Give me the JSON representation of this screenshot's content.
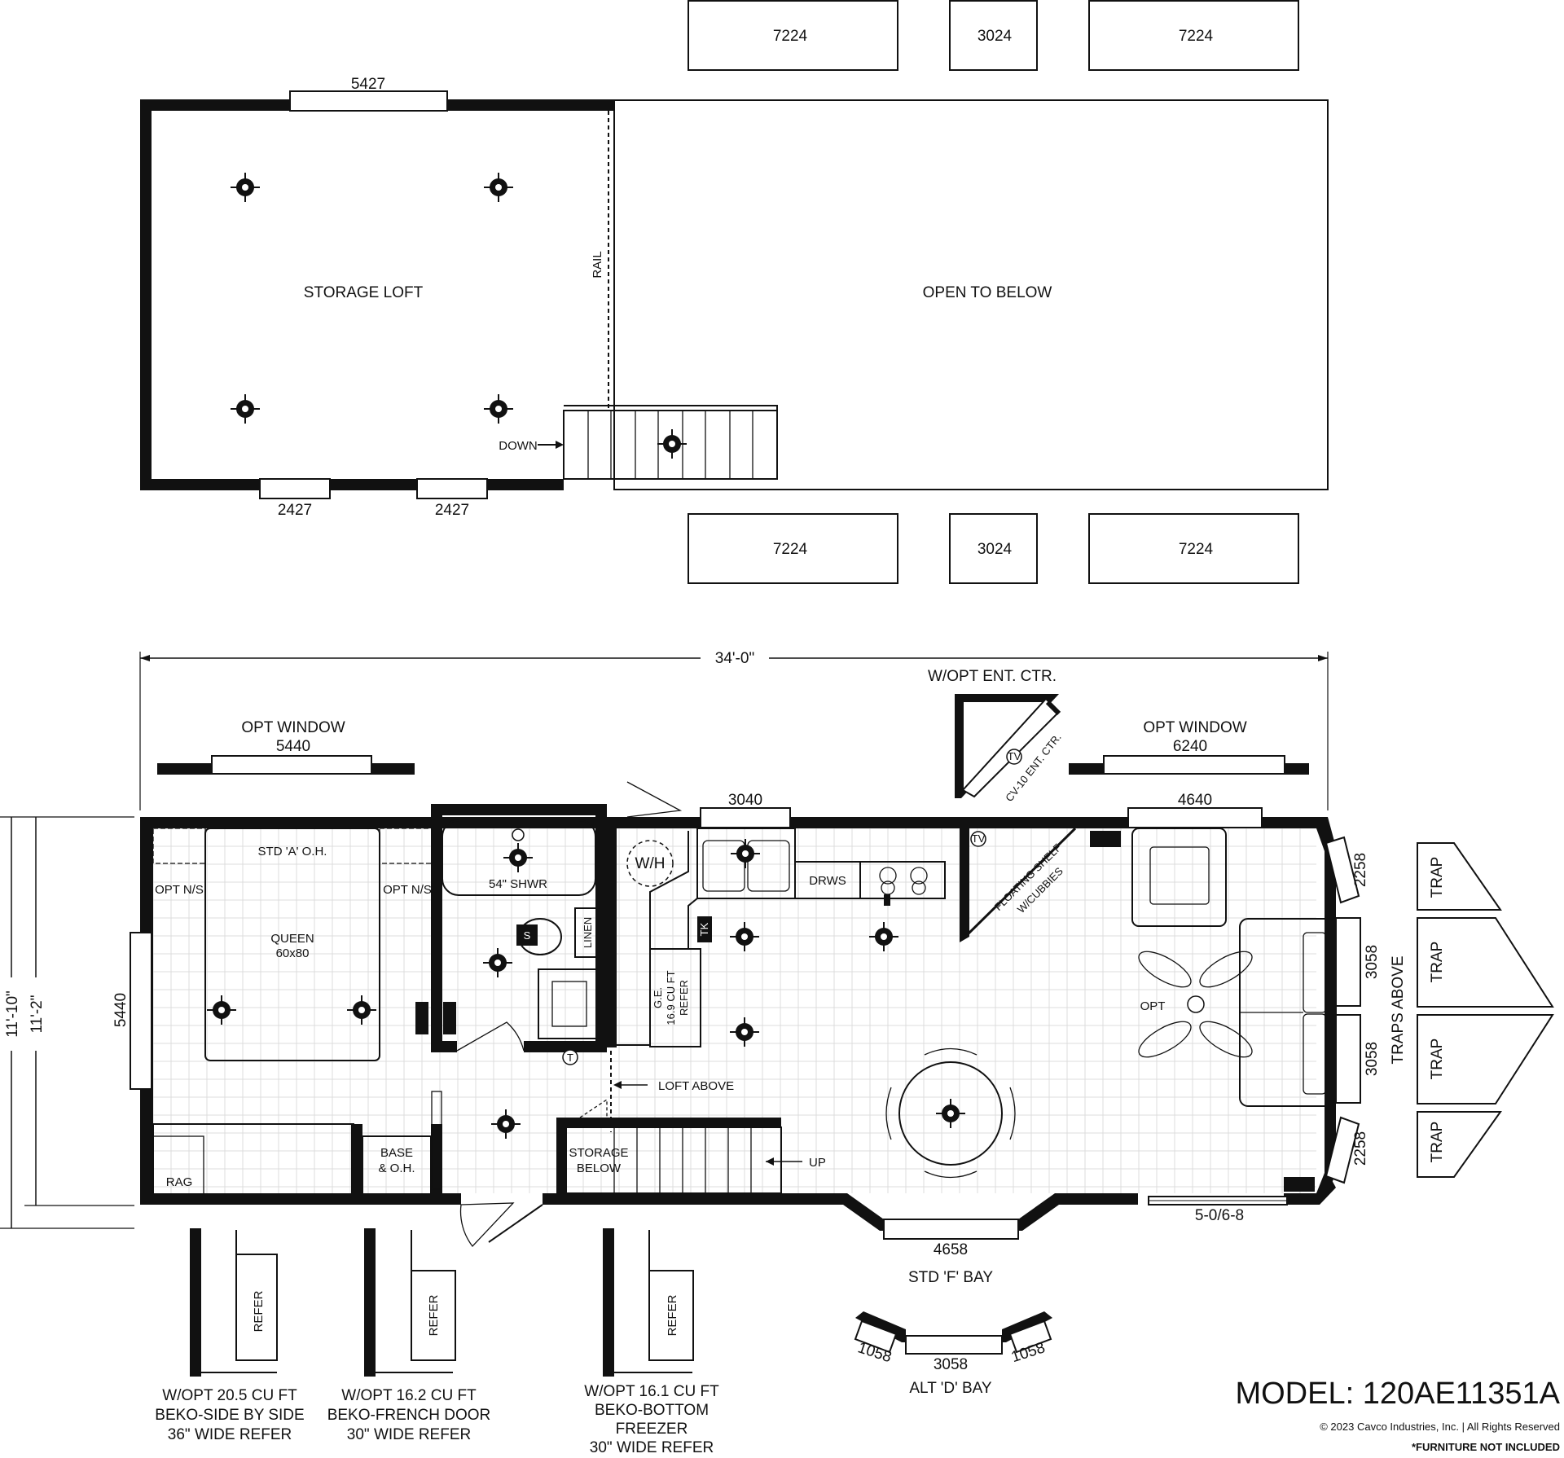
{
  "loft": {
    "window_top": "5427",
    "window_bottom_1": "2427",
    "window_bottom_2": "2427",
    "storage_loft": "STORAGE LOFT",
    "open_to_below": "OPEN TO BELOW",
    "rail": "RAIL",
    "down": "DOWN",
    "top_windows": [
      "7224",
      "3024",
      "7224"
    ],
    "bottom_windows": [
      "7224",
      "3024",
      "7224"
    ]
  },
  "main": {
    "overall_width": "34'-0\"",
    "overall_depth": "11'-10\"",
    "interior_depth": "11'-2\"",
    "opt_window_left_label": "OPT WINDOW",
    "opt_window_left_size": "5440",
    "opt_window_right_label": "OPT WINDOW",
    "opt_window_right_size": "6240",
    "opt_ent_ctr": "W/OPT ENT. CTR.",
    "cv_ent_ctr": "CV-10 ENT. CTR.",
    "window_3040": "3040",
    "window_4640": "4640",
    "bedroom_window": "5440",
    "std_a_oh": "STD 'A' O.H.",
    "opt_ns_left": "OPT N/S",
    "opt_ns_right": "OPT N/S",
    "queen": "QUEEN",
    "queen_size": "60x80",
    "shower": "54\" SHWR",
    "linen": "LINEN",
    "wh": "W/H",
    "drws": "DRWS",
    "tk": "TK",
    "refer": "G.E.\n16.9 CU FT\nREFER",
    "floating_shelf": "FLOATING SHELF\nW/CUBBIES",
    "tv": "TV",
    "opt_fan": "OPT",
    "thermostat": "T",
    "loft_above": "LOFT ABOVE",
    "storage_below": "STORAGE\nBELOW",
    "up": "UP",
    "rag": "RAG",
    "base_oh": "BASE\n& O.H.",
    "door_5068": "5-0/6-8",
    "window_2258_top": "2258",
    "window_2258_bottom": "2258",
    "window_3058_a": "3058",
    "window_3058_b": "3058",
    "traps_above": "TRAPS ABOVE",
    "trap": "TRAP",
    "bay_window": "4658",
    "std_f_bay": "STD 'F' BAY"
  },
  "alt_bay": {
    "left": "1058",
    "center": "3058",
    "right": "1058",
    "label": "ALT 'D' BAY"
  },
  "refer_options": [
    {
      "refer": "REFER",
      "caption": [
        "W/OPT 20.5 CU FT",
        "BEKO-SIDE BY SIDE",
        "36\" WIDE REFER"
      ]
    },
    {
      "refer": "REFER",
      "caption": [
        "W/OPT 16.2 CU FT",
        "BEKO-FRENCH DOOR",
        "30\" WIDE REFER"
      ]
    },
    {
      "refer": "REFER",
      "caption": [
        "W/OPT 16.1 CU FT",
        "BEKO-BOTTOM",
        "FREEZER",
        "30\" WIDE REFER"
      ]
    }
  ],
  "footer": {
    "model": "MODEL: 120AE11351A",
    "copyright": "© 2023 Cavco Industries, Inc. | All Rights Reserved",
    "furniture_note": "*FURNITURE NOT INCLUDED"
  }
}
